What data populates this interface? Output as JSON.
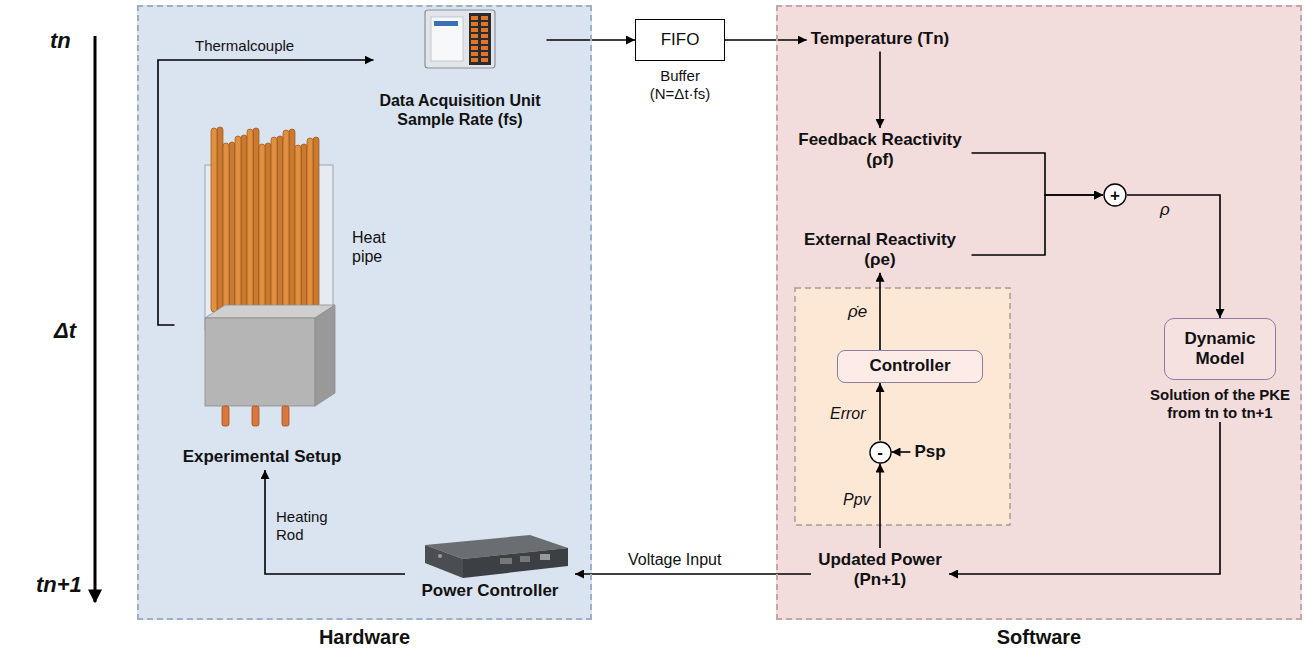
{
  "diagram": {
    "nodes": [
      {
        "text": [
          "Hardware"
        ]
      },
      {
        "text": [
          "Experimental Setup"
        ],
        "in": 0
      },
      {
        "text": [
          "Data Acquisition Unit Sample Rate (fs)"
        ],
        "in": 0
      },
      {
        "text": [
          "Power Controller"
        ],
        "in": 0
      },
      {
        "text": [
          "FIFO",
          "Buffer (N=Δt·fs)"
        ]
      },
      {
        "text": [
          "Software"
        ]
      },
      {
        "text": [
          "Temperature (Tn)"
        ],
        "in": 5
      },
      {
        "text": [
          "Feedback Reactivity (ρf)"
        ],
        "in": 5
      },
      {
        "text": [
          "External Reactivity (ρe)"
        ],
        "in": 5
      },
      {
        "text": [
          "+"
        ],
        "in": 5
      },
      {
        "text": [
          "Dynamic Model",
          "Solution of the PKE from tn to tn+1"
        ],
        "in": 5
      },
      {
        "text": [
          "Controller"
        ],
        "in": 5
      },
      {
        "text": [
          "-"
        ],
        "in": 5
      },
      {
        "text": [
          "Psp"
        ],
        "in": 5
      },
      {
        "text": [
          "Updated Power (Pn+1)"
        ],
        "in": 5
      }
    ],
    "edges": [
      {
        "from": 1,
        "to": 2,
        "label": "Thermalcouple",
        "arrow": "to"
      },
      {
        "from": 2,
        "to": 4,
        "arrow": "to"
      },
      {
        "from": 4,
        "to": 6,
        "arrow": "to"
      },
      {
        "from": 6,
        "to": 7,
        "arrow": "to"
      },
      {
        "from": 7,
        "to": 9,
        "arrow": "to"
      },
      {
        "from": 8,
        "to": 9,
        "arrow": "to"
      },
      {
        "from": 9,
        "to": 10,
        "label": "ρ",
        "arrow": "to"
      },
      {
        "from": 10,
        "to": 14,
        "arrow": "to"
      },
      {
        "from": 14,
        "to": 12,
        "label": "Ppv",
        "arrow": "to"
      },
      {
        "from": 13,
        "to": 12,
        "arrow": "to"
      },
      {
        "from": 12,
        "to": 11,
        "label": "Error",
        "arrow": "to"
      },
      {
        "from": 11,
        "to": 8,
        "label": "ρ̇e",
        "arrow": "to"
      },
      {
        "from": 14,
        "to": 3,
        "label": "Voltage Input",
        "arrow": "to"
      },
      {
        "from": 3,
        "to": 1,
        "label": "Heating Rod",
        "arrow": "to"
      }
    ],
    "labels": [
      "tn",
      "Δt",
      "tn+1",
      "Heat pipe"
    ]
  }
}
